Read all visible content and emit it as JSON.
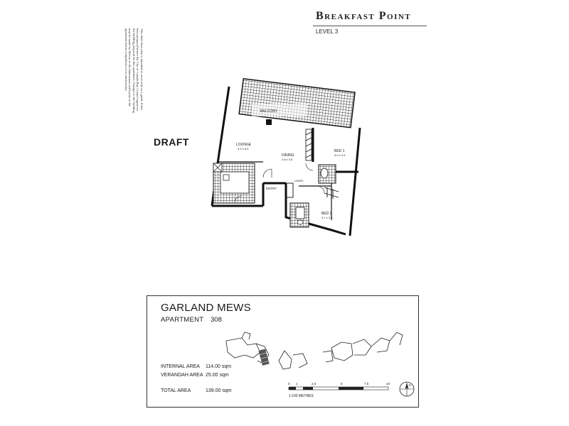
{
  "header": {
    "brand": "Breakfast Point",
    "level": "LEVEL 3"
  },
  "disclaimer": "This draft floor plan is intended to serve only as a guide. It has been prepared before the City of Canada Bay Council approves the building proposal for this apartment. Changes to the building may be made by Mirvac to the dimensions and layout of the apartment before completion of its construction.",
  "draft_label": "DRAFT",
  "plan_labels": {
    "balcony": "BALCONY",
    "lounge": "LOUNGE",
    "lounge_dim": "4.2 x 6.0",
    "dining": "DINING",
    "dining_dim": "2.8 x 3.6",
    "bed1": "BED 1",
    "bed1_dim": "3.0 x 3.4",
    "bed2": "BED 2",
    "bed2_dim": "3.1 x 3.0",
    "entry": "ENTRY",
    "laundry": "LNDRY"
  },
  "info": {
    "project": "GARLAND MEWS",
    "apartment_label": "APARTMENT",
    "apartment_number": "308",
    "areas": [
      {
        "label": "INTERNAL AREA",
        "value": "114.00 sqm"
      },
      {
        "label": "VERANDAH AREA",
        "value": "25.00 sqm"
      },
      {
        "label": "TOTAL AREA",
        "value": "139.00 sqm"
      }
    ],
    "scale_ticks": [
      "0",
      "1",
      "2.5",
      "5",
      "7.5",
      "10"
    ],
    "scale_caption": "1:100 METRES",
    "north": "N"
  }
}
